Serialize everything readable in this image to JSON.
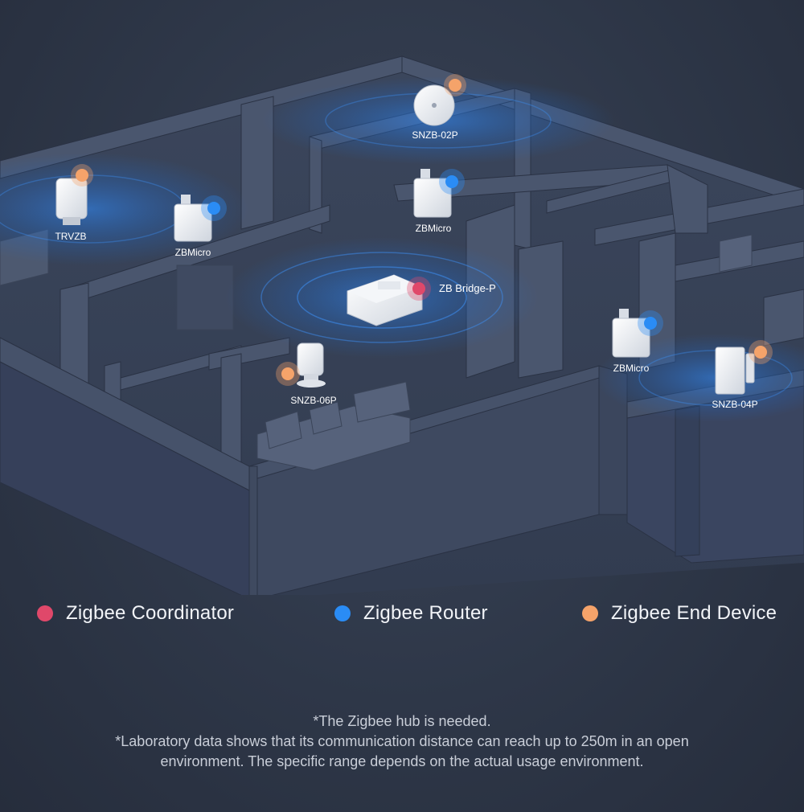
{
  "devices": {
    "snzb_02p": "SNZB-02P",
    "trvzb": "TRVZB",
    "zbmicro_left": "ZBMicro",
    "zbmicro_center": "ZBMicro",
    "zb_bridge": "ZB Bridge-P",
    "zbmicro_right": "ZBMicro",
    "snzb_04p": "SNZB-04P",
    "snzb_06p": "SNZB-06P"
  },
  "legend": {
    "coordinator": {
      "label": "Zigbee Coordinator",
      "color": "#e0486a"
    },
    "router": {
      "label": "Zigbee Router",
      "color": "#2a8cf5"
    },
    "end_device": {
      "label": "Zigbee End Device",
      "color": "#f5a36a"
    }
  },
  "notes": {
    "hub_needed": "*The Zigbee hub is needed.",
    "lab_line1": "*Laboratory data shows that its communication distance can reach up to 250m in an open",
    "lab_line2": "environment. The specific range depends on the actual usage environment."
  }
}
